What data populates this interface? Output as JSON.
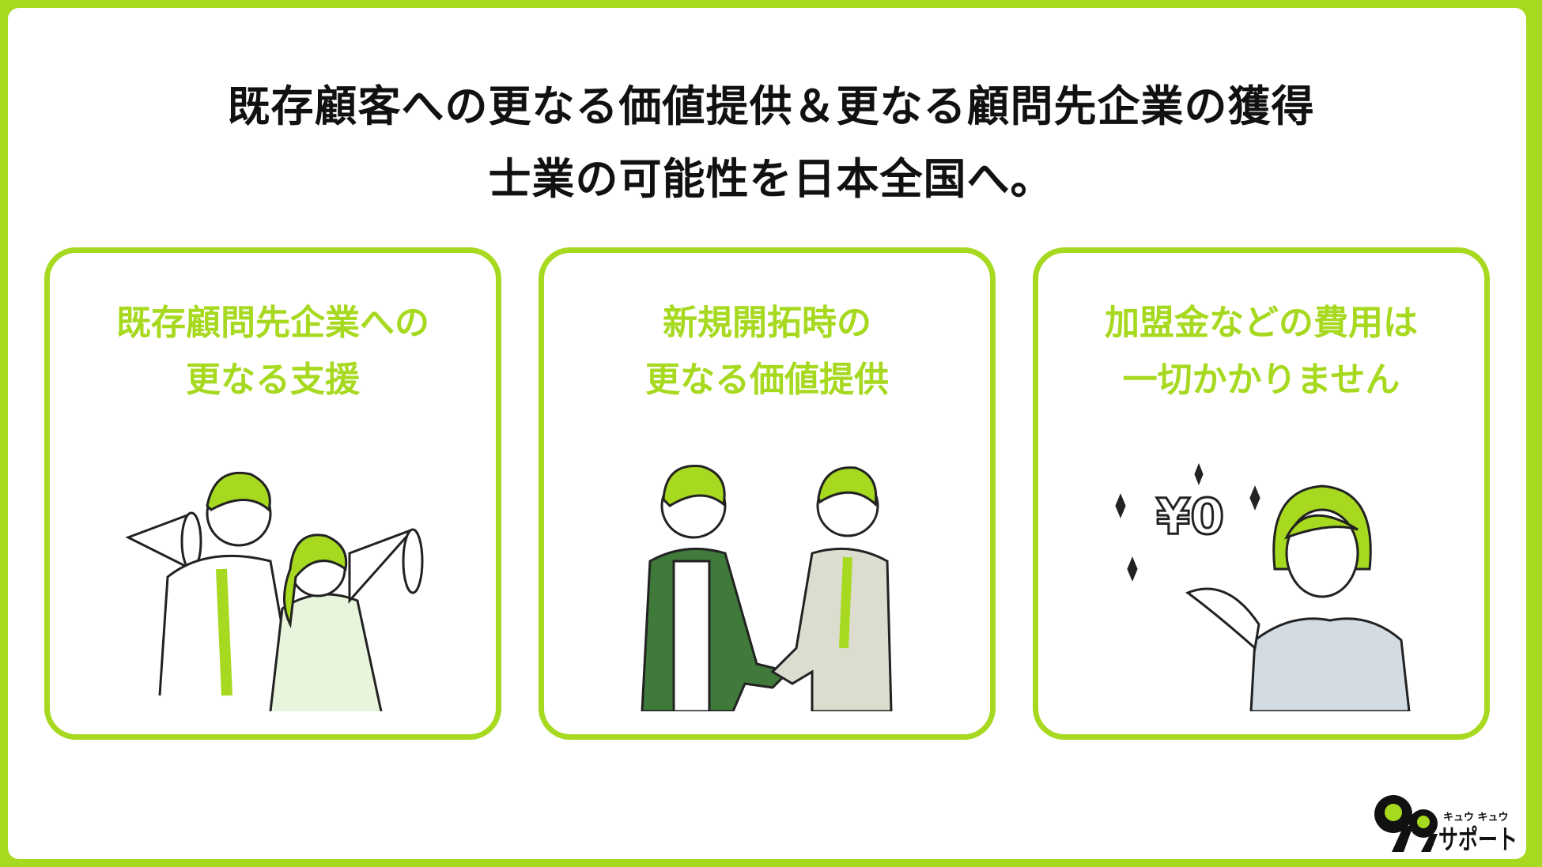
{
  "headline": {
    "line1": "既存顧客への更なる価値提供＆更なる顧問先企業の獲得",
    "line2": "士業の可能性を日本全国へ。"
  },
  "cards": [
    {
      "line1": "既存顧問先企業への",
      "line2": "更なる支援",
      "illustration": "people-with-megaphones"
    },
    {
      "line1": "新規開拓時の",
      "line2": "更なる価値提供",
      "illustration": "business-handshake"
    },
    {
      "line1": "加盟金などの費用は",
      "line2": "一切かかりません",
      "illustration": "woman-presenting-zero-yen",
      "badge": "¥0"
    }
  ],
  "logo": {
    "text": "99サポート",
    "ruby": "キュウ キュウ"
  },
  "colors": {
    "accent": "#a6d91f",
    "text": "#111111",
    "dark_green": "#3f7a3a"
  }
}
